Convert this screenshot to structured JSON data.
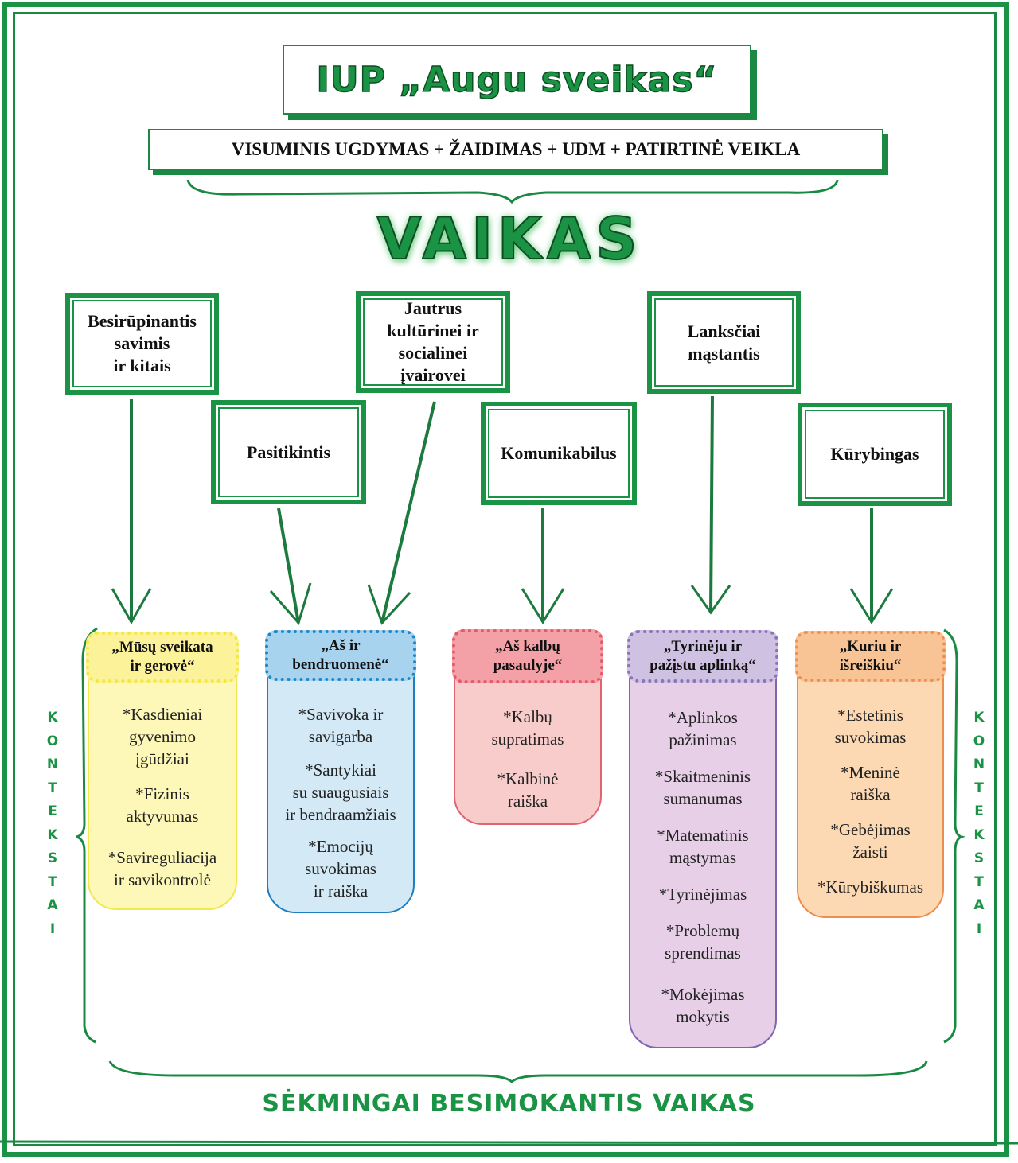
{
  "title": "IUP „Augu sveikas“",
  "subtitle": "VISUMINIS UGDYMAS + ŽAIDIMAS + UDM + PATIRTINĖ VEIKLA",
  "center_label": "VAIKAS",
  "qualities": [
    {
      "id": "besirupinantis",
      "lines": [
        "Besirūpinantis",
        "savimis",
        "ir kitais"
      ]
    },
    {
      "id": "jautrus",
      "lines": [
        "Jautrus",
        "kultūrinei ir",
        "socialinei",
        "įvairovei"
      ]
    },
    {
      "id": "lanksciai",
      "lines": [
        "Lanksčiai",
        "mąstantis"
      ]
    },
    {
      "id": "pasitikintis",
      "lines": [
        "Pasitikintis"
      ]
    },
    {
      "id": "komunikabilus",
      "lines": [
        "Komunikabilus"
      ]
    },
    {
      "id": "kurybingas",
      "lines": [
        "Kūrybingas"
      ]
    }
  ],
  "areas": [
    {
      "id": "sveikata",
      "title": [
        "„Mūsų sveikata",
        "ir gerovė“"
      ],
      "items": [
        [
          "*Kasdieniai",
          "gyvenimo",
          "įgūdžiai"
        ],
        [
          "*Fizinis",
          "aktyvumas"
        ],
        [
          "*Savireguliacija",
          "ir savikontrolė"
        ]
      ],
      "fill": "#fdf8b8",
      "head_fill": "#fbf29a",
      "border": "#f0e84e",
      "dot": "#f3e842"
    },
    {
      "id": "bendruomene",
      "title": [
        "„Aš ir",
        "bendruomenė“"
      ],
      "items": [
        [
          "*Savivoka ir",
          "savigarba"
        ],
        [
          "*Santykiai",
          "su suaugusiais",
          "ir bendraamžiais"
        ],
        [
          "*Emocijų",
          "suvokimas",
          "ir raiška"
        ]
      ],
      "fill": "#d3e9f6",
      "head_fill": "#a7d3ee",
      "border": "#1d7fbf",
      "dot": "#1f86c8"
    },
    {
      "id": "kalbu",
      "title": [
        "„Aš kalbų",
        "pasaulyje“"
      ],
      "items": [
        [
          "*Kalbų",
          "supratimas"
        ],
        [
          "*Kalbinė",
          "raiška"
        ]
      ],
      "fill": "#f9cccc",
      "head_fill": "#f3a1a6",
      "border": "#e06470",
      "dot": "#e35a6b"
    },
    {
      "id": "tyrineju",
      "title": [
        "„Tyrinėju ir",
        "pažįstu aplinką“"
      ],
      "items": [
        [
          "*Aplinkos",
          "pažinimas"
        ],
        [
          "*Skaitmeninis",
          "sumanumas"
        ],
        [
          "*Matematinis",
          "mąstymas"
        ],
        [
          "*Tyrinėjimas"
        ],
        [
          "*Problemų",
          "sprendimas"
        ],
        [
          "*Mokėjimas",
          "mokytis"
        ]
      ],
      "fill": "#e7cfe8",
      "head_fill": "#cfc1e2",
      "border": "#7d66ae",
      "dot": "#8a74b8"
    },
    {
      "id": "kuriu",
      "title": [
        "„Kuriu ir",
        "išreiškiu“"
      ],
      "items": [
        [
          "*Estetinis",
          "suvokimas"
        ],
        [
          "*Meninė",
          "raiška"
        ],
        [
          "*Gebėjimas",
          "žaisti"
        ],
        [
          "*Kūrybiškumas"
        ]
      ],
      "fill": "#fcd8b3",
      "head_fill": "#f8c496",
      "border": "#ec8f4e",
      "dot": "#ee9150"
    }
  ],
  "side_label": "KONTEKSTAI",
  "bottom_title": "SĖKMINGAI BESIMOKANTIS VAIKAS",
  "colors": {
    "green": "#1a9444",
    "dark_green": "#0d4f22",
    "arrow": "#1c7a3e"
  }
}
